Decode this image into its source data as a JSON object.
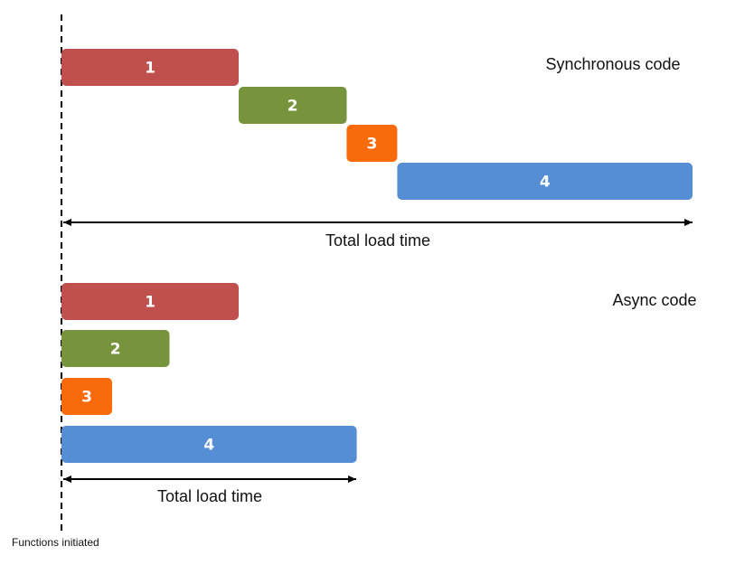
{
  "colors": {
    "bar1": "#c0504d",
    "bar2": "#77933c",
    "bar3": "#f96a0a",
    "bar4": "#558ed5",
    "line": "#000000"
  },
  "sync": {
    "title": "Synchronous code",
    "total_label": "Total load time",
    "bars": [
      {
        "label": "1",
        "start": 0,
        "duration": 5.25,
        "color": "bar1"
      },
      {
        "label": "2",
        "start": 5.25,
        "duration": 3.2,
        "color": "bar2"
      },
      {
        "label": "3",
        "start": 8.45,
        "duration": 1.5,
        "color": "bar3"
      },
      {
        "label": "4",
        "start": 9.95,
        "duration": 8.75,
        "color": "bar4"
      }
    ]
  },
  "async": {
    "title": "Async code",
    "total_label": "Total load time",
    "bars": [
      {
        "label": "1",
        "start": 0,
        "duration": 5.25,
        "color": "bar1"
      },
      {
        "label": "2",
        "start": 0,
        "duration": 3.2,
        "color": "bar2"
      },
      {
        "label": "3",
        "start": 0,
        "duration": 1.5,
        "color": "bar3"
      },
      {
        "label": "4",
        "start": 0,
        "duration": 8.75,
        "color": "bar4"
      }
    ]
  },
  "footer": {
    "initiated_label": "Functions initiated"
  }
}
